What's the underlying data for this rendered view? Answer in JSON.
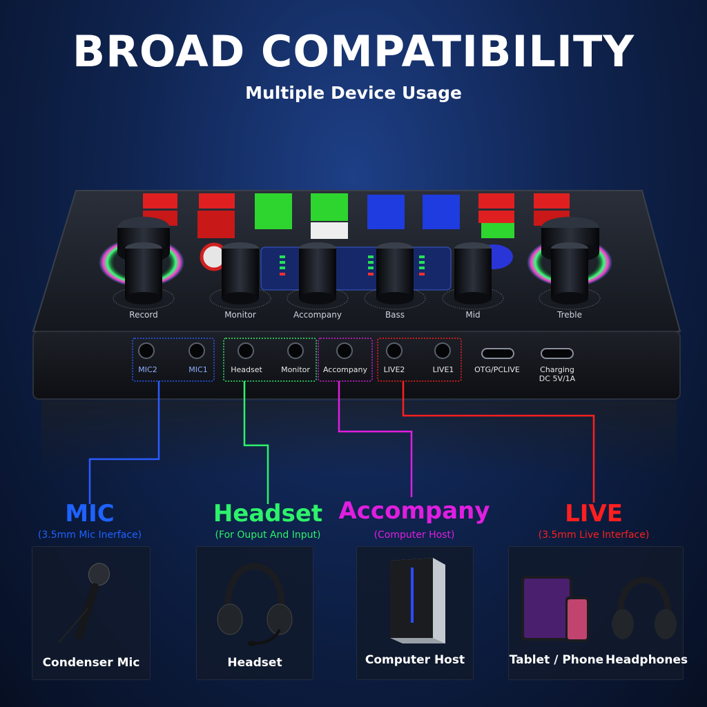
{
  "header": {
    "title": "BROAD COMPATIBILITY",
    "subtitle": "Multiple Device Usage"
  },
  "device": {
    "knob_labels": [
      "Record",
      "Monitor",
      "Accompany",
      "Bass",
      "Mid",
      "Treble"
    ],
    "ports": [
      "MIC2",
      "MIC1",
      "Headset",
      "Monitor",
      "Accompany",
      "LIVE2",
      "LIVE1",
      "OTG/PCLIVE",
      "Charging DC 5V/1A"
    ],
    "port_charging_line1": "Charging",
    "port_charging_line2": "DC 5V/1A"
  },
  "categories": [
    {
      "title": "MIC",
      "subtitle": "(3.5mm Mic Inerface)",
      "color": "#1f62ff"
    },
    {
      "title": "Headset",
      "subtitle": "(For Ouput And Input)",
      "color": "#2df26a"
    },
    {
      "title": "Accompany",
      "subtitle": "(Computer Host)",
      "color": "#e01ee0"
    },
    {
      "title": "LIVE",
      "subtitle": "(3.5mm Live Interface)",
      "color": "#ff1f1f"
    }
  ],
  "cards": {
    "mic": "Condenser Mic",
    "headset": "Headset",
    "computer": "Computer Host",
    "tablet": "Tablet / Phone",
    "headphones": "Headphones"
  }
}
